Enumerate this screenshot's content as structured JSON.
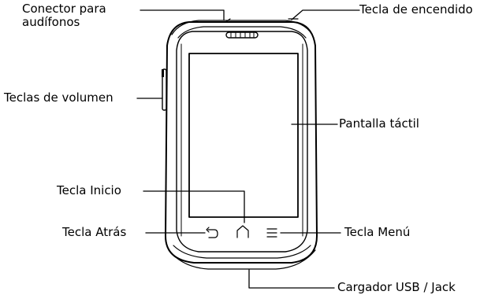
{
  "labels": {
    "headphone_jack": [
      "Conector para",
      "audífonos"
    ],
    "power_key": "Tecla de encendido",
    "volume_keys": "Teclas de volumen",
    "touchscreen": "Pantalla táctil",
    "home_key": "Tecla Inicio",
    "back_key": "Tecla Atrás",
    "menu_key": "Tecla Menú",
    "usb_charger": "Cargador USB / Jack"
  },
  "icons": {
    "back": "back-arrow-icon",
    "home": "home-icon",
    "menu": "menu-lines-icon"
  },
  "colors": {
    "stroke": "#000000",
    "background": "#ffffff"
  }
}
